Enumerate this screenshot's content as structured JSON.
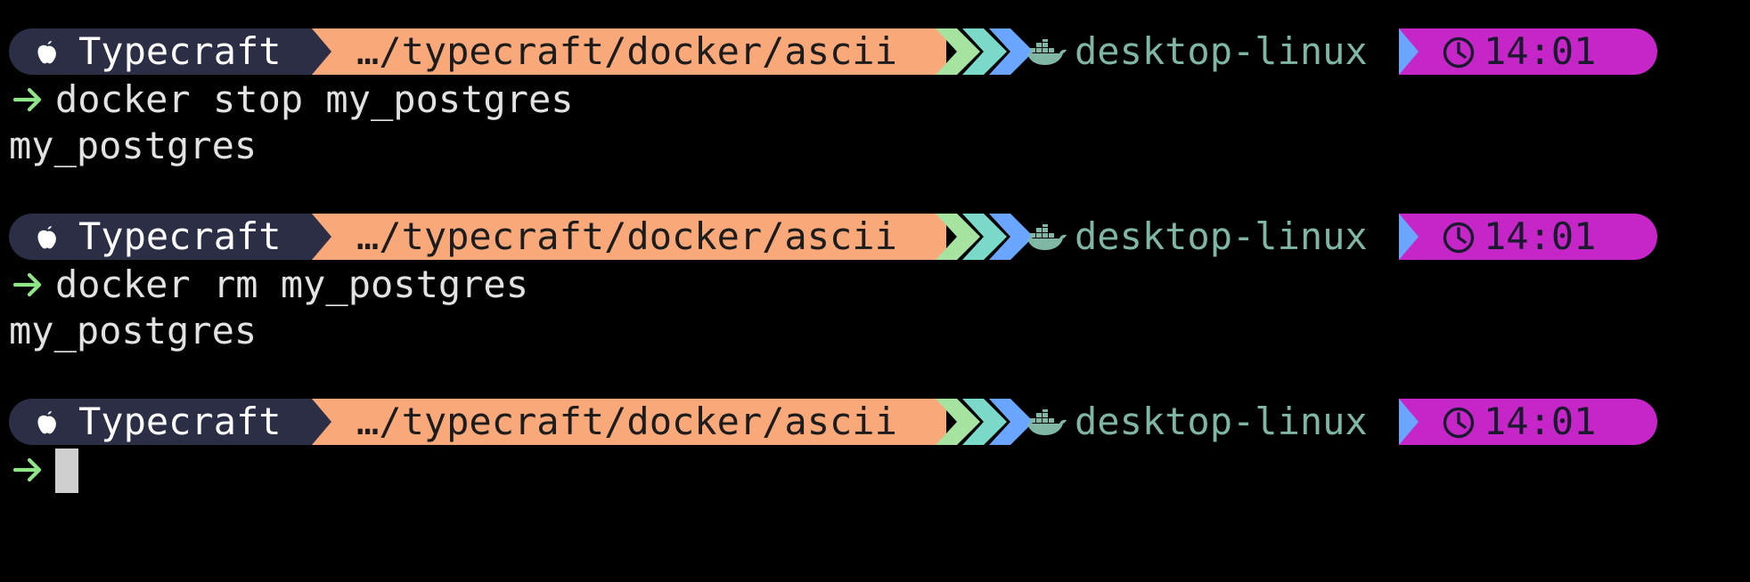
{
  "theme": {
    "background": "#000000",
    "user_segment_bg": "#2b2e45",
    "path_segment_bg": "#f9a87a",
    "git_chevron_colors": [
      "#a6e3a1",
      "#7ad9c8",
      "#6aa6ff"
    ],
    "host_color": "#7fb7a4",
    "time_segment_bg": "#c626c8",
    "prompt_arrow_color": "#8fe388"
  },
  "blocks": [
    {
      "prompt": {
        "user_icon": "apple-icon",
        "user": "Typecraft",
        "path": "…/typecraft/docker/ascii",
        "host_icon": "docker-icon",
        "host": "desktop-linux",
        "time_icon": "clock-icon",
        "time": "14:01"
      },
      "command": "docker stop my_postgres",
      "output": "my_postgres"
    },
    {
      "prompt": {
        "user_icon": "apple-icon",
        "user": "Typecraft",
        "path": "…/typecraft/docker/ascii",
        "host_icon": "docker-icon",
        "host": "desktop-linux",
        "time_icon": "clock-icon",
        "time": "14:01"
      },
      "command": "docker rm my_postgres",
      "output": "my_postgres"
    },
    {
      "prompt": {
        "user_icon": "apple-icon",
        "user": "Typecraft",
        "path": "…/typecraft/docker/ascii",
        "host_icon": "docker-icon",
        "host": "desktop-linux",
        "time_icon": "clock-icon",
        "time": "14:01"
      },
      "command": "",
      "output": ""
    }
  ]
}
